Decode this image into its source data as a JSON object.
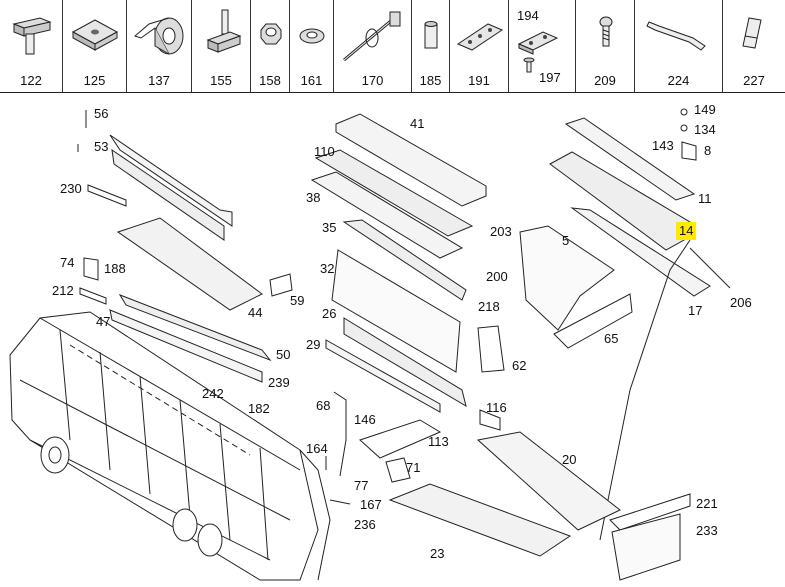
{
  "toolbar": [
    {
      "id": "122",
      "label": "122",
      "icon": "t-bolt-icon"
    },
    {
      "id": "125",
      "label": "125",
      "icon": "square-nut-plate-icon"
    },
    {
      "id": "137",
      "label": "137",
      "icon": "tape-roll-icon"
    },
    {
      "id": "155",
      "label": "155",
      "icon": "t-bolt-slot-icon"
    },
    {
      "id": "158",
      "label": "158",
      "icon": "hex-nut-icon"
    },
    {
      "id": "161",
      "label": "161",
      "icon": "washer-icon"
    },
    {
      "id": "170",
      "label": "170",
      "icon": "cable-tie-icon"
    },
    {
      "id": "185",
      "label": "185",
      "icon": "spacer-sleeve-icon"
    },
    {
      "id": "191",
      "label": "191",
      "icon": "perforated-plate-icon"
    },
    {
      "id": "194",
      "label": "194",
      "icon": "plate-with-screw-icon",
      "sublabel": "197"
    },
    {
      "id": "209",
      "label": "209",
      "icon": "screw-icon"
    },
    {
      "id": "224",
      "label": "224",
      "icon": "strap-icon"
    },
    {
      "id": "227",
      "label": "227",
      "icon": "seal-strip-icon"
    }
  ],
  "callouts": [
    {
      "id": "56",
      "label": "56"
    },
    {
      "id": "53",
      "label": "53"
    },
    {
      "id": "230",
      "label": "230"
    },
    {
      "id": "74",
      "label": "74"
    },
    {
      "id": "188",
      "label": "188"
    },
    {
      "id": "212",
      "label": "212"
    },
    {
      "id": "47",
      "label": "47"
    },
    {
      "id": "44",
      "label": "44"
    },
    {
      "id": "59",
      "label": "59"
    },
    {
      "id": "50",
      "label": "50"
    },
    {
      "id": "242",
      "label": "242"
    },
    {
      "id": "239",
      "label": "239"
    },
    {
      "id": "182",
      "label": "182"
    },
    {
      "id": "41",
      "label": "41"
    },
    {
      "id": "110",
      "label": "110"
    },
    {
      "id": "38",
      "label": "38"
    },
    {
      "id": "35",
      "label": "35"
    },
    {
      "id": "32",
      "label": "32"
    },
    {
      "id": "26",
      "label": "26"
    },
    {
      "id": "29",
      "label": "29"
    },
    {
      "id": "203",
      "label": "203"
    },
    {
      "id": "5",
      "label": "5"
    },
    {
      "id": "200",
      "label": "200"
    },
    {
      "id": "218",
      "label": "218"
    },
    {
      "id": "62",
      "label": "62"
    },
    {
      "id": "65",
      "label": "65"
    },
    {
      "id": "149",
      "label": "149"
    },
    {
      "id": "134",
      "label": "134"
    },
    {
      "id": "143",
      "label": "143"
    },
    {
      "id": "8",
      "label": "8"
    },
    {
      "id": "11",
      "label": "11"
    },
    {
      "id": "14",
      "label": "14",
      "highlighted": true
    },
    {
      "id": "206",
      "label": "206"
    },
    {
      "id": "17",
      "label": "17"
    },
    {
      "id": "68",
      "label": "68"
    },
    {
      "id": "146",
      "label": "146"
    },
    {
      "id": "116",
      "label": "116"
    },
    {
      "id": "113",
      "label": "113"
    },
    {
      "id": "164",
      "label": "164"
    },
    {
      "id": "71",
      "label": "71"
    },
    {
      "id": "77",
      "label": "77"
    },
    {
      "id": "167",
      "label": "167"
    },
    {
      "id": "236",
      "label": "236"
    },
    {
      "id": "20",
      "label": "20"
    },
    {
      "id": "23",
      "label": "23"
    },
    {
      "id": "221",
      "label": "221"
    },
    {
      "id": "233",
      "label": "233"
    }
  ],
  "colors": {
    "highlight": "#ffea00",
    "line": "#222222"
  }
}
